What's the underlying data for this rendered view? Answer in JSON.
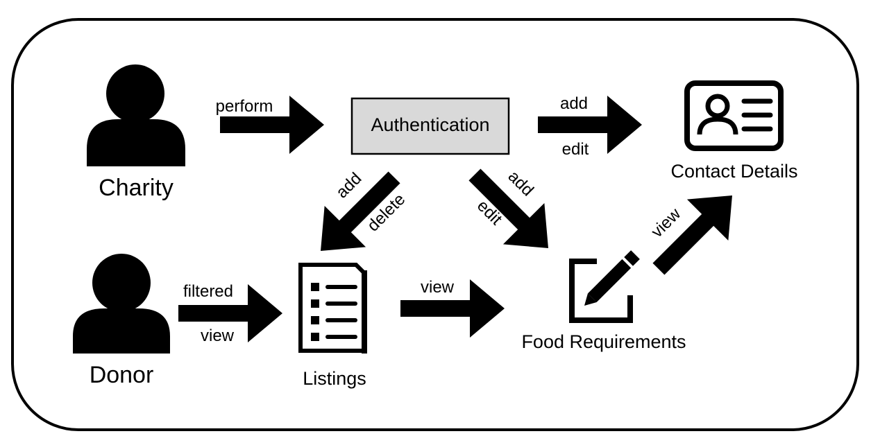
{
  "actors": {
    "charity": {
      "label": "Charity",
      "icon": "person-icon"
    },
    "donor": {
      "label": "Donor",
      "icon": "person-icon"
    }
  },
  "nodes": {
    "authentication": {
      "label": "Authentication",
      "fill": "#d9d9d9"
    },
    "contact_details": {
      "label": "Contact Details",
      "icon": "contact-card-icon"
    },
    "listings": {
      "label": "Listings",
      "icon": "checklist-document-icon"
    },
    "food_requirements": {
      "label": "Food Requirements",
      "icon": "edit-pencil-icon"
    }
  },
  "edges": {
    "charity_to_auth": {
      "top": "perform"
    },
    "auth_to_contact": {
      "top": "add",
      "bottom": "edit"
    },
    "auth_to_listings": {
      "a": "add",
      "b": "delete"
    },
    "auth_to_food": {
      "a": "add",
      "b": "edit"
    },
    "donor_to_listings": {
      "top": "filtered",
      "bottom": "view"
    },
    "listings_to_food": {
      "top": "view"
    },
    "food_to_contact": {
      "top": "view"
    }
  },
  "colors": {
    "stroke": "#000000",
    "background": "#ffffff",
    "auth_fill": "#d9d9d9"
  }
}
